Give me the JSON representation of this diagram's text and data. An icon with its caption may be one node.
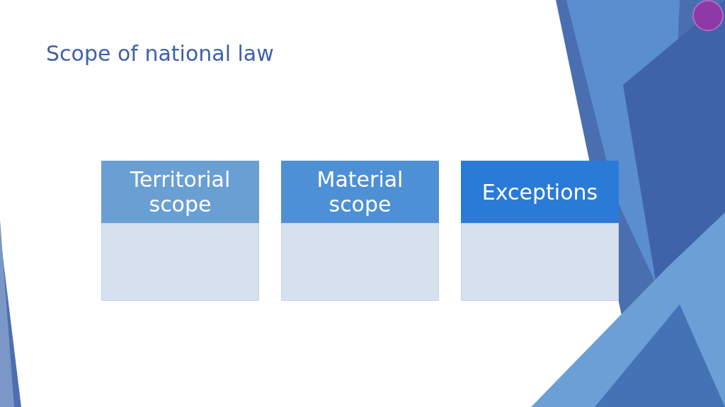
{
  "diagram": {
    "title": "Scope of national law",
    "nodes": [
      {
        "text": [
          "Territorial scope"
        ]
      },
      {
        "text": [
          "Material scope"
        ]
      },
      {
        "text": [
          "Exceptions"
        ]
      },
      {
        "text": [],
        "shape": "box"
      },
      {
        "text": [],
        "shape": "box"
      },
      {
        "text": [],
        "shape": "box"
      }
    ]
  }
}
